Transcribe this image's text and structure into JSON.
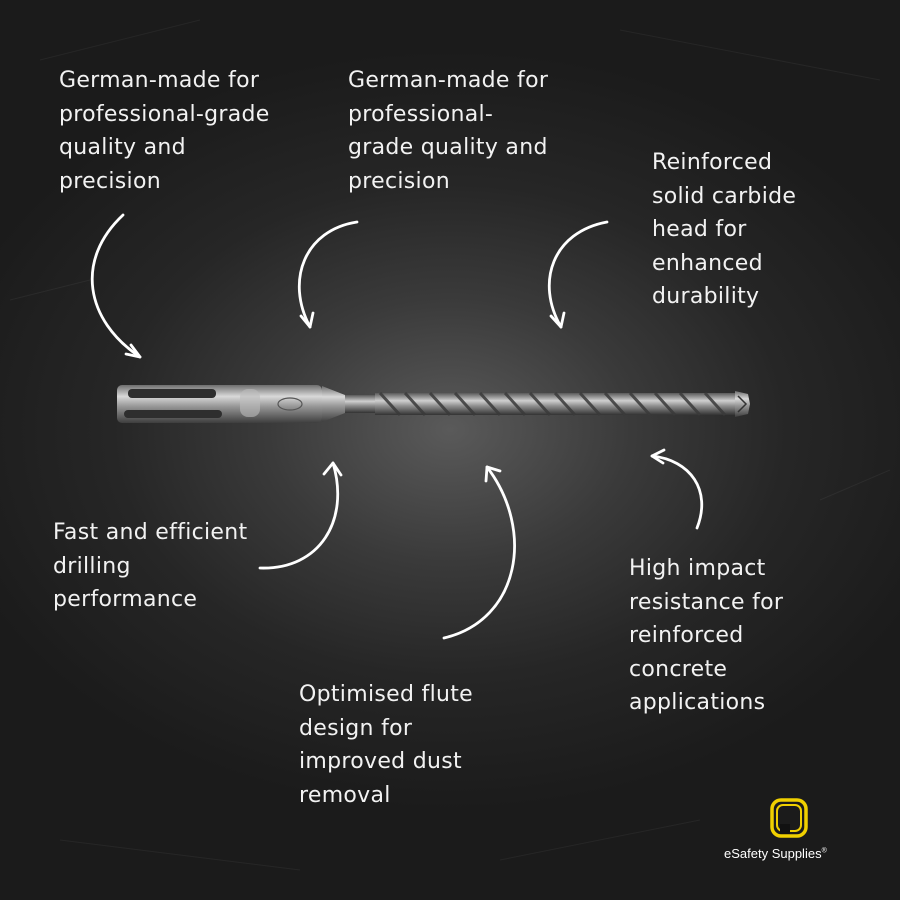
{
  "callouts": [
    {
      "id": "german-left",
      "text": "German-made for\nprofessional-grade\nquality and\nprecision"
    },
    {
      "id": "german-mid",
      "text": "German-made for\nprofessional-\ngrade quality and\nprecision"
    },
    {
      "id": "carbide",
      "text": "Reinforced\nsolid carbide\nhead for\nenhanced\ndurability"
    },
    {
      "id": "fast",
      "text": "Fast and efficient\ndrilling\nperformance"
    },
    {
      "id": "impact",
      "text": "High impact\nresistance for\nreinforced\nconcrete\napplications"
    },
    {
      "id": "flute",
      "text": "Optimised flute\ndesign for\nimproved dust\nremoval"
    }
  ],
  "brand": {
    "name": "eSafety Supplies",
    "mark": "®"
  },
  "colors": {
    "background": "#262626",
    "text": "#f2f2f2",
    "brand_accent": "#f0d000"
  },
  "icons": [
    "drill-bit-icon",
    "curved-arrow-icon",
    "esafety-logo-icon"
  ]
}
